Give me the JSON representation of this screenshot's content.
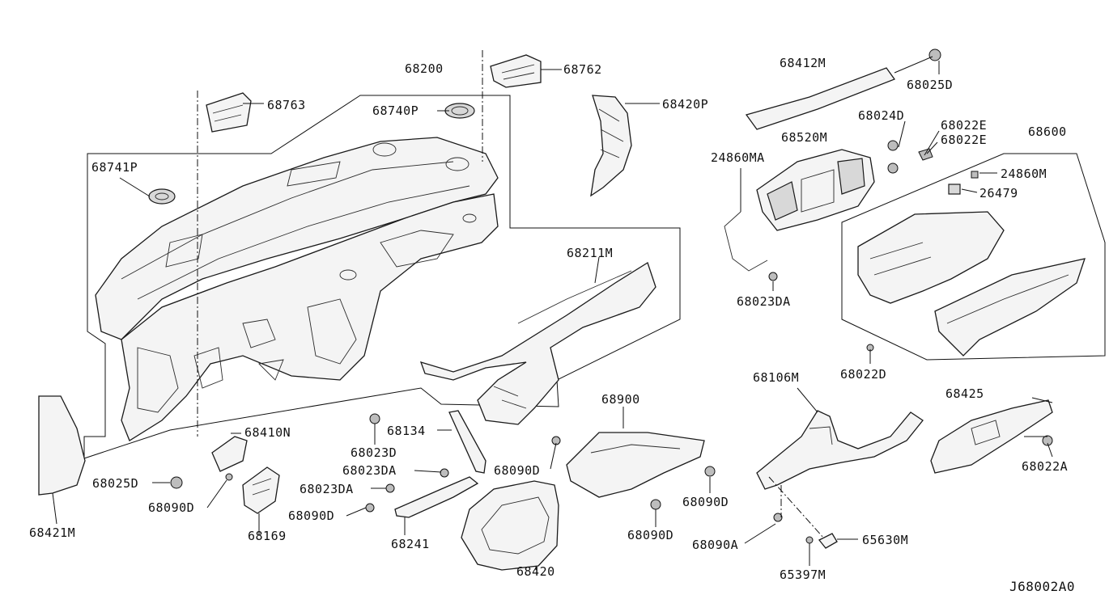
{
  "diagram_id": "J68002A0",
  "parts": [
    {
      "key": "p68200",
      "text": "68200"
    },
    {
      "key": "p68762",
      "text": "68762"
    },
    {
      "key": "p68763",
      "text": "68763"
    },
    {
      "key": "p68740P",
      "text": "68740P"
    },
    {
      "key": "p68420P",
      "text": "68420P"
    },
    {
      "key": "p68741P",
      "text": "68741P"
    },
    {
      "key": "p68412M",
      "text": "68412M"
    },
    {
      "key": "p68025D_a",
      "text": "68025D"
    },
    {
      "key": "p68024D",
      "text": "68024D"
    },
    {
      "key": "p68022E_a",
      "text": "68022E"
    },
    {
      "key": "p68022E_b",
      "text": "68022E"
    },
    {
      "key": "p68520M",
      "text": "68520M"
    },
    {
      "key": "p24860MA",
      "text": "24860MA"
    },
    {
      "key": "p68600",
      "text": "68600"
    },
    {
      "key": "p24860M",
      "text": "24860M"
    },
    {
      "key": "p26479",
      "text": "26479"
    },
    {
      "key": "p68023DA_a",
      "text": "68023DA"
    },
    {
      "key": "p68022D",
      "text": "68022D"
    },
    {
      "key": "p68211M",
      "text": "68211M"
    },
    {
      "key": "p68106M",
      "text": "68106M"
    },
    {
      "key": "p68425",
      "text": "68425"
    },
    {
      "key": "p68022A",
      "text": "68022A"
    },
    {
      "key": "p68900",
      "text": "68900"
    },
    {
      "key": "p68090D_a",
      "text": "68090D"
    },
    {
      "key": "p68090D_b",
      "text": "68090D"
    },
    {
      "key": "p68090D_c",
      "text": "68090D"
    },
    {
      "key": "p68134",
      "text": "68134"
    },
    {
      "key": "p68023D",
      "text": "68023D"
    },
    {
      "key": "p68410N",
      "text": "68410N"
    },
    {
      "key": "p68023DA_b",
      "text": "68023DA"
    },
    {
      "key": "p68023DA_c",
      "text": "68023DA"
    },
    {
      "key": "p68025D_b",
      "text": "68025D"
    },
    {
      "key": "p68090D_d",
      "text": "68090D"
    },
    {
      "key": "p68090D_e",
      "text": "68090D"
    },
    {
      "key": "p68169",
      "text": "68169"
    },
    {
      "key": "p68241",
      "text": "68241"
    },
    {
      "key": "p68421M",
      "text": "68421M"
    },
    {
      "key": "p68420",
      "text": "68420"
    },
    {
      "key": "p68090A",
      "text": "68090A"
    },
    {
      "key": "p65630M",
      "text": "65630M"
    },
    {
      "key": "p65397M",
      "text": "65397M"
    }
  ]
}
